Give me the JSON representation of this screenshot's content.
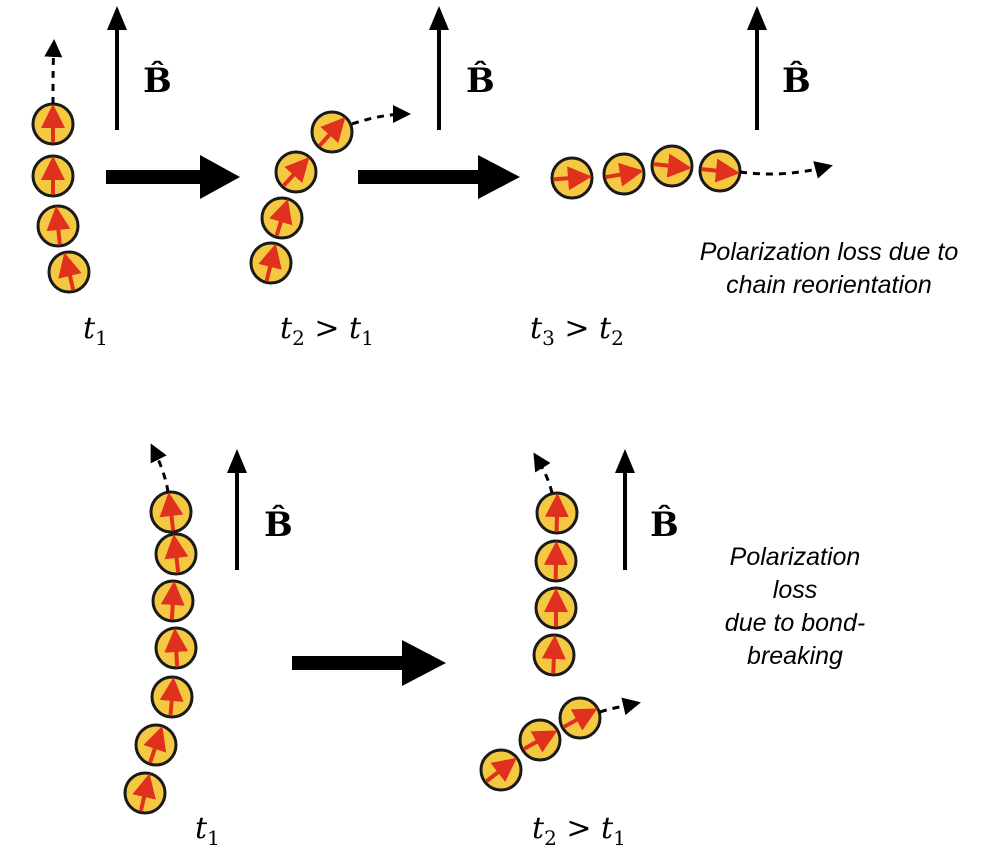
{
  "field_label": "B̂",
  "colors": {
    "particle_fill": "#F5C842",
    "particle_stroke": "#1a1a1a",
    "moment_arrow": "#E0301E",
    "arrow": "#000000"
  },
  "top_row": {
    "panels": [
      {
        "time_label": {
          "var": "t",
          "sub": "1",
          "rel": ""
        }
      },
      {
        "time_label": {
          "var": "t",
          "sub": "2",
          "rel": " > ",
          "var2": "t",
          "sub2": "1"
        }
      },
      {
        "time_label": {
          "var": "t",
          "sub": "3",
          "rel": " > ",
          "var2": "t",
          "sub2": "2"
        }
      }
    ],
    "caption_lines": [
      "Polarization loss due to",
      "chain reorientation"
    ]
  },
  "bottom_row": {
    "panels": [
      {
        "time_label": {
          "var": "t",
          "sub": "1",
          "rel": ""
        }
      },
      {
        "time_label": {
          "var": "t",
          "sub": "2",
          "rel": " > ",
          "var2": "t",
          "sub2": "1"
        }
      }
    ],
    "caption_lines": [
      "Polarization",
      "loss",
      "due to bond-",
      "breaking"
    ]
  }
}
